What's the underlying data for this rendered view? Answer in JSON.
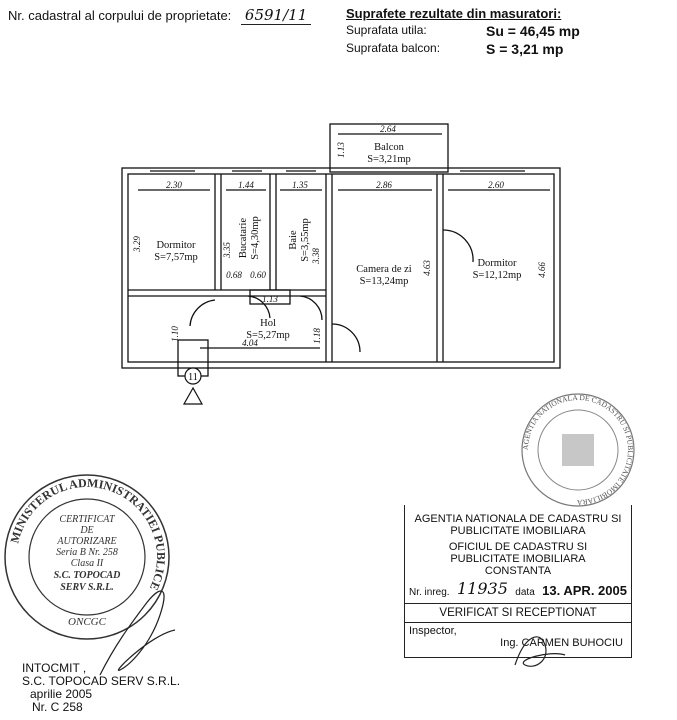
{
  "header": {
    "cadastral_label": "Nr. cadastral al corpului de proprietate:",
    "cadastral_value": "6591/11"
  },
  "summary": {
    "title": "Suprafete rezultate din masuratori:",
    "useful_label": "Suprafata utila:",
    "useful_value": "Su = 46,45 mp",
    "balcony_label": "Suprafata balcon:",
    "balcony_value": "S = 3,21 mp"
  },
  "plan": {
    "rooms": [
      {
        "name": "Balcon",
        "area": "S=3,21mp"
      },
      {
        "name": "Dormitor",
        "area": "S=7,57mp"
      },
      {
        "name": "Bucatarie",
        "area": "S=4,30mp"
      },
      {
        "name": "Baie",
        "area": "S=3,55mp"
      },
      {
        "name": "Camera de zi",
        "area": "S=13,24mp"
      },
      {
        "name": "Dormitor",
        "area": "S=12,12mp"
      },
      {
        "name": "Hol",
        "area": "S=5,27mp"
      }
    ],
    "dimensions": [
      "2.64",
      "1.13",
      "2.30",
      "1.44",
      "1.35",
      "2.86",
      "2.60",
      "3.29",
      "3.35",
      "3.38",
      "4.63",
      "4.66",
      "0.68",
      "0.60",
      "1.13",
      "1.10",
      "1.18",
      "4.04"
    ],
    "marker": "11"
  },
  "stamps": {
    "left": {
      "ring": "MINISTERUL ADMINISTRATIEI PUBLICE",
      "lines": [
        "CERTIFICAT",
        "DE",
        "AUTORIZARE",
        "Seria B Nr. 258",
        "Clasa II",
        "S.C. TOPOCAD",
        "SERV S.R.L.",
        "ONCGC"
      ]
    },
    "right": {
      "ring": "AGENTIA NATIONALA DE CADASTRU SI PUBLICITATE IMOBILIARA"
    }
  },
  "registration": {
    "agency": [
      "AGENTIA NATIONALA DE CADASTRU SI",
      "PUBLICITATE IMOBILIARA"
    ],
    "office": [
      "OFICIUL DE CADASTRU SI",
      "PUBLICITATE IMOBILIARA",
      "CONSTANTA"
    ],
    "reg_label": "Nr. inreg.",
    "reg_number": "11935",
    "date_label": "data",
    "date_value": "13. APR. 2005",
    "verified": "VERIFICAT SI RECEPTIONAT",
    "inspector_label": "Inspector,",
    "inspector_name": "Ing. CARMEN BUHOCIU"
  },
  "footer": {
    "lines": [
      "INTOCMIT ,",
      "S.C. TOPOCAD SERV S.R.L.",
      "aprilie 2005",
      "Nr. C 258"
    ]
  }
}
